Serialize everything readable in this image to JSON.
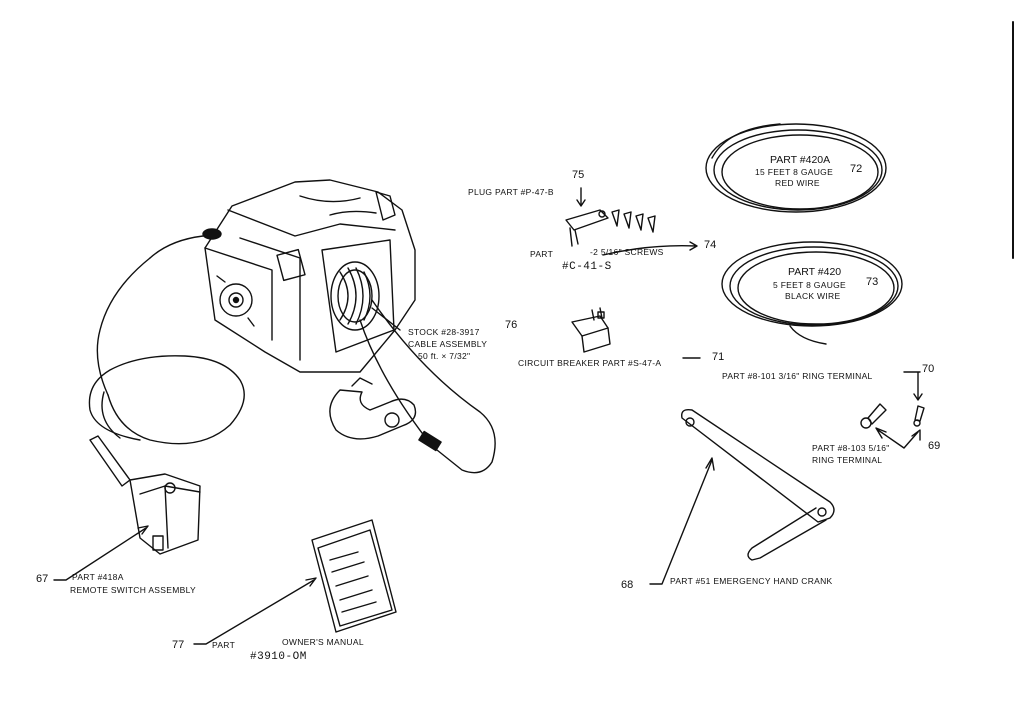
{
  "callouts": {
    "c67": {
      "num": "67",
      "part": "PART #418A",
      "desc": "REMOTE SWITCH ASSEMBLY"
    },
    "c68": {
      "num": "68",
      "text": "PART #51 EMERGENCY HAND CRANK"
    },
    "c69": {
      "num": "69",
      "line1": "PART #8-103 5/16\"",
      "line2": "RING TERMINAL"
    },
    "c70": {
      "num": "70",
      "text": "PART #8-101 3/16\" RING TERMINAL"
    },
    "c71": {
      "num": "71",
      "text": "CIRCUIT BREAKER PART #S-47-A"
    },
    "c72": {
      "num": "72",
      "line1": "PART #420A",
      "line2": "15 FEET 8 GAUGE",
      "line3": "RED WIRE"
    },
    "c73": {
      "num": "73",
      "line1": "PART #420",
      "line2": "5 FEET 8 GAUGE",
      "line3": "BLACK WIRE"
    },
    "c74": {
      "num": "74",
      "part": "PART",
      "screws": "-2 5/16\" SCREWS",
      "code": "#C-41-S"
    },
    "c75": {
      "num": "75",
      "text": "PLUG PART #P-47-B"
    },
    "c76": {
      "num": "76",
      "line1": "STOCK #28-3917",
      "line2": "CABLE ASSEMBLY",
      "line3": "50 ft. × 7/32\""
    },
    "c77": {
      "num": "77",
      "part": "PART",
      "desc": "OWNER'S MANUAL",
      "code": "#3910-OM"
    }
  }
}
